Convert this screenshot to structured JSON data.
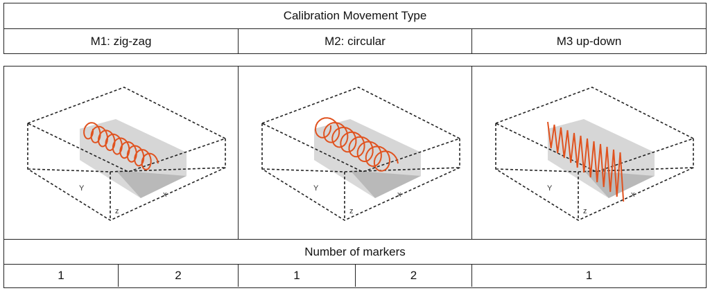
{
  "header": {
    "title": "Calibration Movement Type"
  },
  "movements": [
    {
      "label": "M1: zig-zag"
    },
    {
      "label": "M2: circular"
    },
    {
      "label": "M3 up-down"
    }
  ],
  "axes": {
    "x": "x",
    "y": "Y",
    "z": "z"
  },
  "markers": {
    "title": "Number of markers",
    "values": [
      "1",
      "2",
      "1",
      "2",
      "1"
    ]
  },
  "colors": {
    "trajectory": "#e0521f",
    "border": "#222222",
    "box_fill": "#b9b9b9"
  }
}
